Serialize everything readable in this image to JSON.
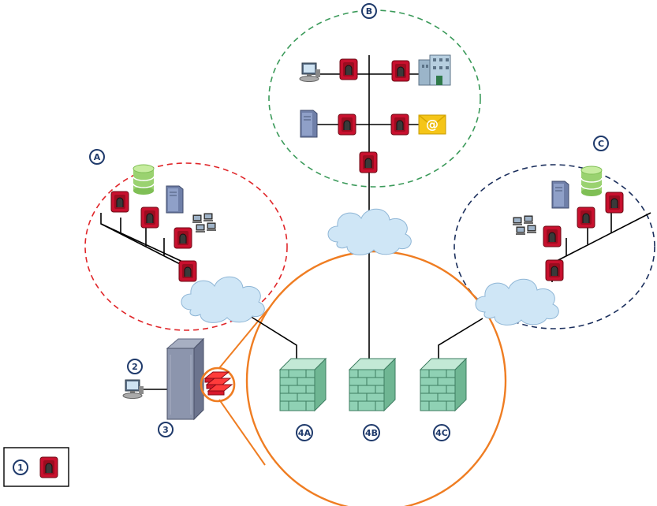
{
  "colors": {
    "zone_a": "#e0262a",
    "zone_b": "#3b9a5a",
    "zone_c": "#1a2e5c",
    "magnify": "#ef7d22",
    "callout": "#1f3a6b",
    "agent_red": "#c8102e",
    "firewall": "#8fd1b4",
    "cloud": "#cfe6f6"
  },
  "icons": {
    "agent": "secure-agent-icon",
    "database": "database-icon",
    "server": "server-tower-icon",
    "workstations": "workstations-icon",
    "admin_console": "admin-console-icon",
    "building": "building-icon",
    "mail": "mail-icon",
    "cloud": "cloud-icon",
    "firewall": "firewall-icon",
    "appliance": "appliance-rack-icon"
  },
  "labels": {
    "zone_a": "A",
    "zone_b": "B",
    "zone_c": "C",
    "legend_num": "1",
    "console_num": "2",
    "appliance_num": "3",
    "fw_a": "4A",
    "fw_b": "4B",
    "fw_c": "4C"
  }
}
